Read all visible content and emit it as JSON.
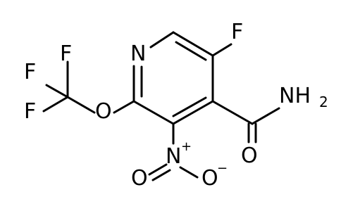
{
  "molecule": {
    "atoms": {
      "ring_n": "N",
      "f_ring": "F",
      "cf3_f_top": "F",
      "cf3_f_left": "F",
      "cf3_f_bottom": "F",
      "ether_o": "O",
      "amide_n": "NH",
      "amide_n_sub": "2",
      "amide_o": "O",
      "nitro_n": "N",
      "nitro_n_charge": "+",
      "nitro_o_left": "O",
      "nitro_o_right": "O",
      "nitro_o_charge": "−"
    }
  }
}
